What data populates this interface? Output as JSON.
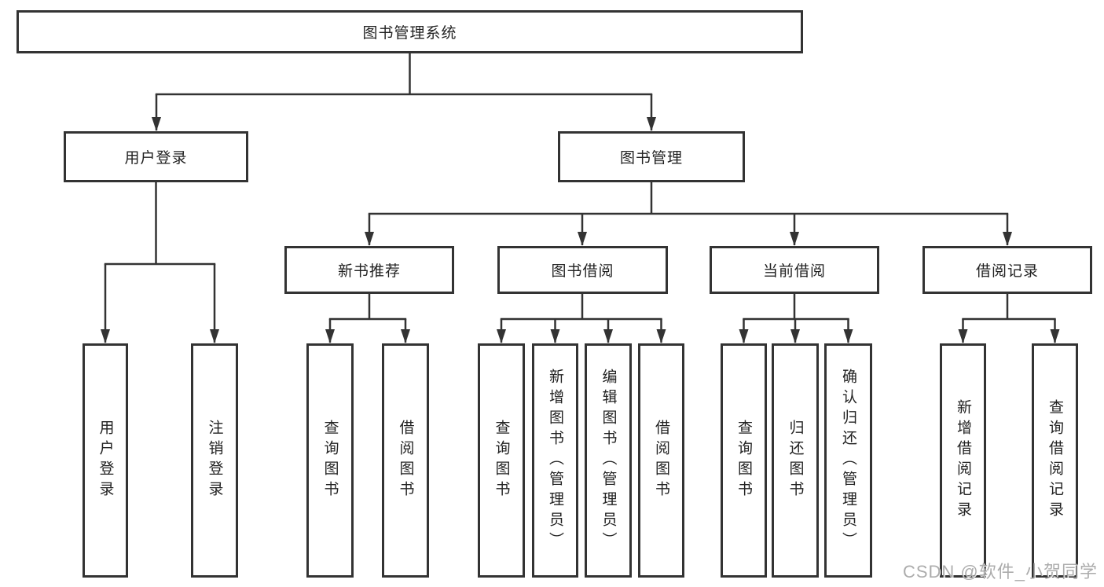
{
  "tree": {
    "label": "图书管理系统",
    "children": [
      {
        "label": "用户登录",
        "children": [
          {
            "label": "用户登录"
          },
          {
            "label": "注销登录"
          }
        ]
      },
      {
        "label": "图书管理",
        "children": [
          {
            "label": "新书推荐",
            "children": [
              {
                "label": "查询图书"
              },
              {
                "label": "借阅图书"
              }
            ]
          },
          {
            "label": "图书借阅",
            "children": [
              {
                "label": "查询图书"
              },
              {
                "label": "新增图书（管理员）"
              },
              {
                "label": "编辑图书（管理员）"
              },
              {
                "label": "借阅图书"
              }
            ]
          },
          {
            "label": "当前借阅",
            "children": [
              {
                "label": "查询图书"
              },
              {
                "label": "归还图书"
              },
              {
                "label": "确认归还（管理员）"
              }
            ]
          },
          {
            "label": "借阅记录",
            "children": [
              {
                "label": "新增借阅记录"
              },
              {
                "label": "查询借阅记录"
              }
            ]
          }
        ]
      }
    ]
  },
  "watermark": {
    "text": "CSDN @软件_小贺同学"
  },
  "colors": {
    "line": "#333333",
    "box_border": "#333333",
    "text": "#222222",
    "watermark": "#9e9e9e",
    "background": "#ffffff"
  }
}
